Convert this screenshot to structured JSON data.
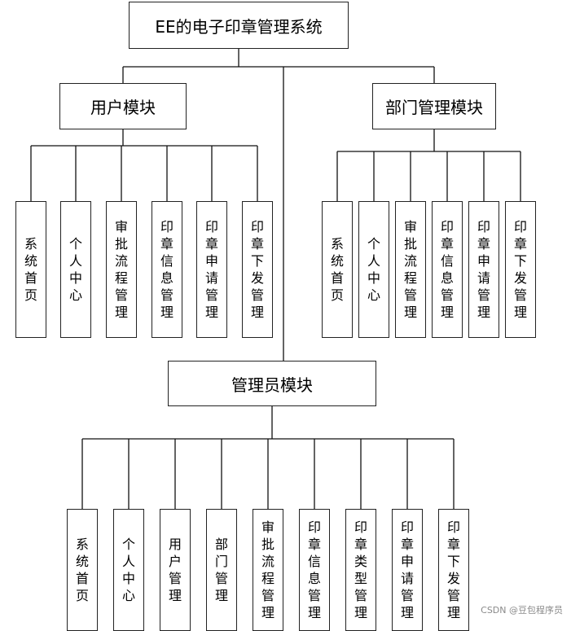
{
  "diagram": {
    "root": "EE的电子印章管理系统",
    "user_module": {
      "title": "用户模块",
      "items": [
        "系统首页",
        "个人中心",
        "审批流程管理",
        "印章信息管理",
        "印章申请管理",
        "印章下发管理"
      ]
    },
    "dept_module": {
      "title": "部门管理模块",
      "items": [
        "系统首页",
        "个人中心",
        "审批流程管理",
        "印章信息管理",
        "印章申请管理",
        "印章下发管理"
      ]
    },
    "admin_module": {
      "title": "管理员模块",
      "items": [
        "系统首页",
        "个人中心",
        "用户管理",
        "部门管理",
        "审批流程管理",
        "印章信息管理",
        "印章类型管理",
        "印章申请管理",
        "印章下发管理"
      ]
    }
  },
  "watermark": "CSDN @豆包程序员"
}
